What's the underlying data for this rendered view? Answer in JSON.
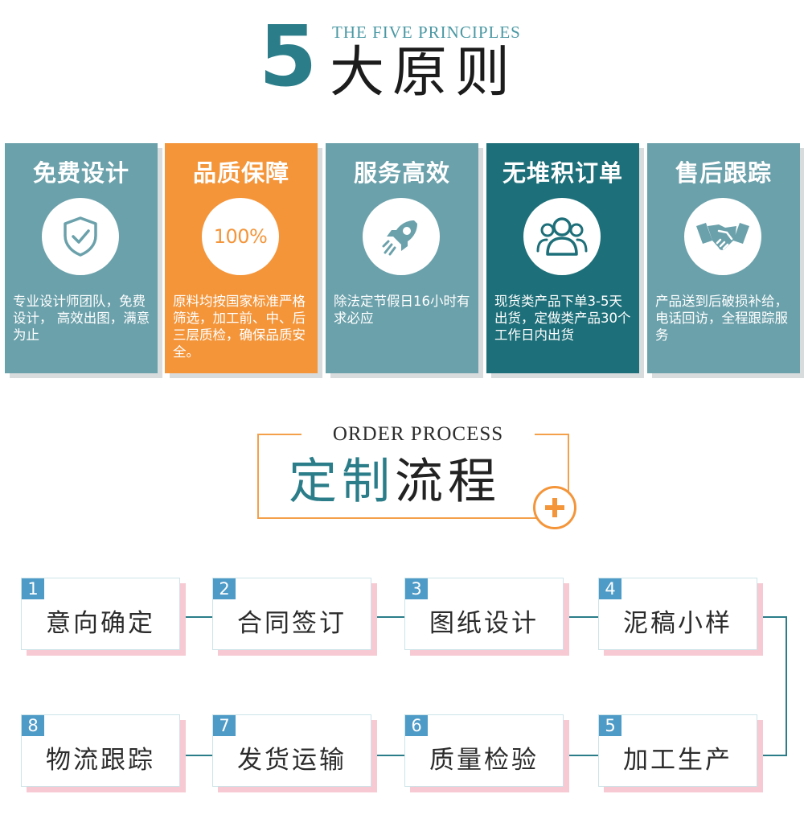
{
  "header": {
    "number": "5",
    "english": "THE FIVE PRINCIPLES",
    "chinese": "大原则"
  },
  "principles": [
    {
      "title": "免费设计",
      "icon": "shield-check-icon",
      "desc": "专业设计师团队，免费设计， 高效出图，满意为止",
      "color": "#6ba1ab"
    },
    {
      "title": "品质保障",
      "icon": "100-percent-badge",
      "badge": "100%",
      "desc": "原料均按国家标准严格筛选，加工前、中、后三层质检，确保品质安全。",
      "color": "#f4953a"
    },
    {
      "title": "服务高效",
      "icon": "rocket-icon",
      "desc": "除法定节假日16小时有求必应",
      "color": "#6ba1ab"
    },
    {
      "title": "无堆积订单",
      "icon": "users-icon",
      "desc": "现货类产品下单3-5天出货，定做类产品30个工作日内出货",
      "color": "#1d6f79"
    },
    {
      "title": "售后跟踪",
      "icon": "handshake-icon",
      "desc": "产品送到后破损补给，电话回访，全程跟踪服务",
      "color": "#6ba1ab"
    }
  ],
  "order_process": {
    "english": "ORDER PROCESS",
    "chinese_accent": "定制",
    "chinese_rest": "流程"
  },
  "steps": [
    {
      "num": "1",
      "label": "意向确定"
    },
    {
      "num": "2",
      "label": "合同签订"
    },
    {
      "num": "3",
      "label": "图纸设计"
    },
    {
      "num": "4",
      "label": "泥稿小样"
    },
    {
      "num": "5",
      "label": "加工生产"
    },
    {
      "num": "6",
      "label": "质量检验"
    },
    {
      "num": "7",
      "label": "发货运输"
    },
    {
      "num": "8",
      "label": "物流跟踪"
    }
  ]
}
